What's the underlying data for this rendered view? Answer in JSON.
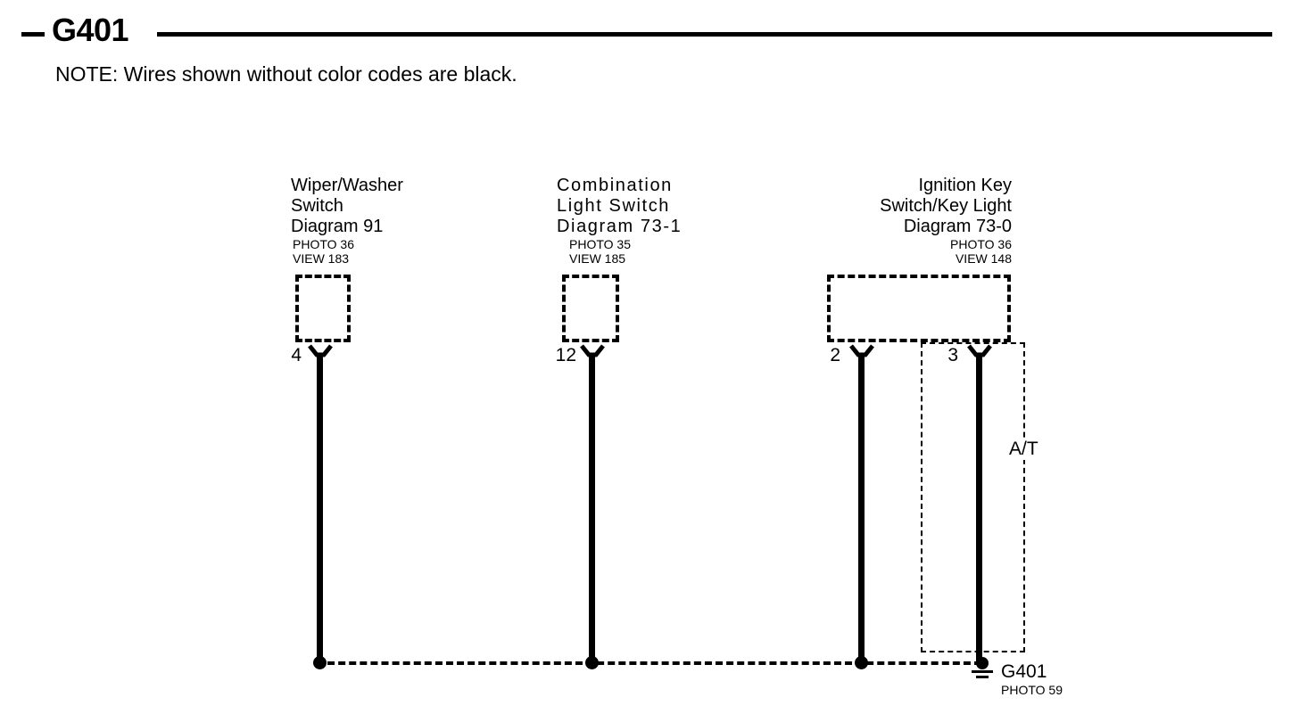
{
  "header": {
    "title": "G401",
    "note": "NOTE: Wires shown without color codes are black.",
    "leading_dash": "dash-mark",
    "rule": "horizontal-rule"
  },
  "components": [
    {
      "id": "wiper-washer-switch",
      "name_line1": "Wiper/Washer",
      "name_line2": "Switch",
      "diagram": "Diagram 91",
      "photo": "PHOTO 36",
      "view": "VIEW 183",
      "pin": "4"
    },
    {
      "id": "combination-light-switch",
      "name_line1": "Combination",
      "name_line2": "Light    Switch",
      "diagram": "Diagram  73-1",
      "photo": "PHOTO 35",
      "view": "VIEW 185",
      "pin": "12"
    },
    {
      "id": "ignition-key-switch",
      "name_line1": "Ignition Key",
      "name_line2": "Switch/Key Light",
      "diagram": "Diagram  73-0",
      "photo": "PHOTO 36",
      "view": "VIEW 148",
      "pin_left": "2",
      "pin_right": "3"
    }
  ],
  "optional_region": {
    "label": "A/T"
  },
  "ground": {
    "id": "G401",
    "label": "G401",
    "photo": "PHOTO 59",
    "symbol": "ground-symbol"
  },
  "colors": {
    "ink": "#000000",
    "paper": "#ffffff"
  }
}
